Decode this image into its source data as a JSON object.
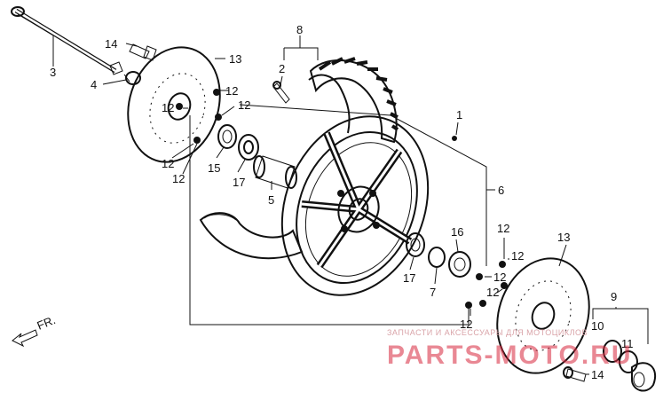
{
  "parts": {
    "p1": "1",
    "p2": "2",
    "p3": "3",
    "p4": "4",
    "p5": "5",
    "p6": "6",
    "p7": "7",
    "p8": "8",
    "p9": "9",
    "p10": "10",
    "p11": "11",
    "p12": "12",
    "p13": "13",
    "p14": "14",
    "p15": "15",
    "p16": "16",
    "p17": "17"
  },
  "direction": {
    "label": "FR."
  },
  "watermark": {
    "top": "ЗАПЧАСТИ И АКСЕССУАРЫ ДЛЯ МОТОЦИКЛОВ",
    "logo": "PARTS-MOTO.RU"
  }
}
